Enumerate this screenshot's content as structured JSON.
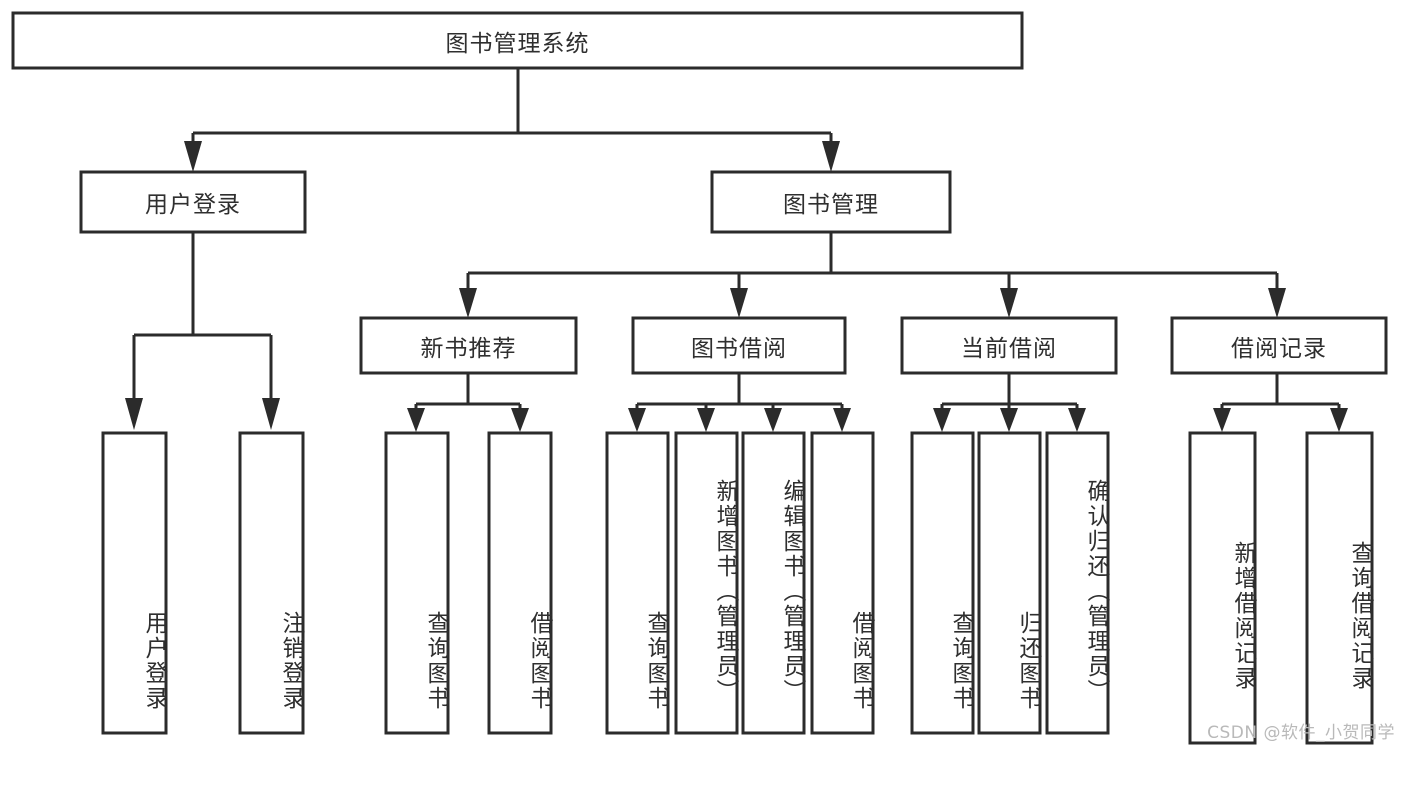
{
  "diagram": {
    "type": "tree-hierarchy-flowchart",
    "title_text": "图书管理系统",
    "orientation": "top-down",
    "watermark": "CSDN @软件_小贺同学",
    "levels": {
      "level1": [
        "图书管理系统"
      ],
      "level2": [
        "用户登录",
        "图书管理"
      ],
      "level3": [
        "新书推荐",
        "图书借阅",
        "当前借阅",
        "借阅记录"
      ],
      "level4": [
        "用户登录",
        "注销登录",
        "查询图书",
        "借阅图书",
        "查询图书",
        "新增图书（管理员）",
        "编辑图书（管理员）",
        "借阅图书",
        "查询图书",
        "归还图书",
        "确认归还（管理员）",
        "新增借阅记录",
        "查询借阅记录"
      ]
    },
    "nodes": {
      "root": {
        "label": "图书管理系统"
      },
      "user_login": {
        "label": "用户登录"
      },
      "book_manage": {
        "label": "图书管理"
      },
      "new_book_rec": {
        "label": "新书推荐"
      },
      "book_borrow": {
        "label": "图书借阅"
      },
      "current_borrow": {
        "label": "当前借阅"
      },
      "borrow_record": {
        "label": "借阅记录"
      },
      "leaf_user_login": {
        "label": "用户登录"
      },
      "leaf_logout": {
        "label": "注销登录"
      },
      "leaf_query_book_a": {
        "label": "查询图书"
      },
      "leaf_borrow_book_a": {
        "label": "借阅图书"
      },
      "leaf_query_book_b": {
        "label": "查询图书"
      },
      "leaf_add_book": {
        "label": "新增图书（管理员）"
      },
      "leaf_edit_book": {
        "label": "编辑图书（管理员）"
      },
      "leaf_borrow_book_b": {
        "label": "借阅图书"
      },
      "leaf_query_book_c": {
        "label": "查询图书"
      },
      "leaf_return_book": {
        "label": "归还图书"
      },
      "leaf_confirm_return": {
        "label": "确认归还（管理员）"
      },
      "leaf_add_record": {
        "label": "新增借阅记录"
      },
      "leaf_query_record": {
        "label": "查询借阅记录"
      }
    },
    "edges": [
      {
        "from": "图书管理系统",
        "to": "用户登录"
      },
      {
        "from": "图书管理系统",
        "to": "图书管理"
      },
      {
        "from": "用户登录",
        "to": "用户登录"
      },
      {
        "from": "用户登录",
        "to": "注销登录"
      },
      {
        "from": "图书管理",
        "to": "新书推荐"
      },
      {
        "from": "图书管理",
        "to": "图书借阅"
      },
      {
        "from": "图书管理",
        "to": "当前借阅"
      },
      {
        "from": "图书管理",
        "to": "借阅记录"
      },
      {
        "from": "新书推荐",
        "to": "查询图书"
      },
      {
        "from": "新书推荐",
        "to": "借阅图书"
      },
      {
        "from": "图书借阅",
        "to": "查询图书"
      },
      {
        "from": "图书借阅",
        "to": "新增图书（管理员）"
      },
      {
        "from": "图书借阅",
        "to": "编辑图书（管理员）"
      },
      {
        "from": "图书借阅",
        "to": "借阅图书"
      },
      {
        "from": "当前借阅",
        "to": "查询图书"
      },
      {
        "from": "当前借阅",
        "to": "归还图书"
      },
      {
        "from": "当前借阅",
        "to": "确认归还（管理员）"
      },
      {
        "from": "借阅记录",
        "to": "新增借阅记录"
      },
      {
        "from": "借阅记录",
        "to": "查询借阅记录"
      }
    ],
    "colors": {
      "box_fill": "#ffffff",
      "box_stroke": "#2b2b2b",
      "text": "#2f2f2f",
      "background": "#ffffff",
      "watermark": "#b9b9b9"
    }
  }
}
